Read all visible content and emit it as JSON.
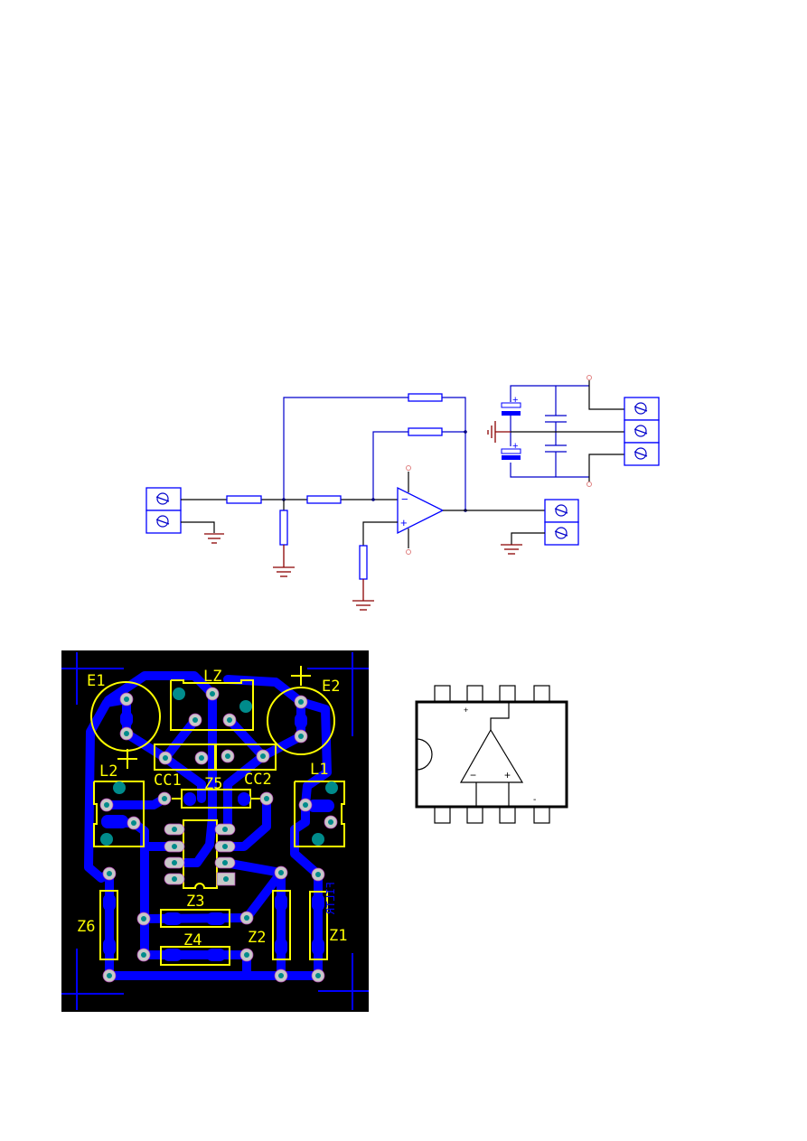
{
  "schematic": {
    "opamp_minus": "−",
    "opamp_plus": "+",
    "cap_plus": "+"
  },
  "pcb": {
    "labels": {
      "e1": "E1",
      "e2": "E2",
      "lz": "LZ",
      "l2": "L2",
      "l1": "L1",
      "cc1": "CC1",
      "cc2": "CC2",
      "z5": "Z5",
      "z3": "Z3",
      "z4": "Z4",
      "z6": "Z6",
      "z2": "Z2",
      "z1": "Z1"
    },
    "polarity_plus": "+",
    "copper_text": "FILTR"
  },
  "chip": {
    "supply_plus": "+",
    "supply_minus": "-",
    "in_minus": "−",
    "in_plus": "+"
  }
}
